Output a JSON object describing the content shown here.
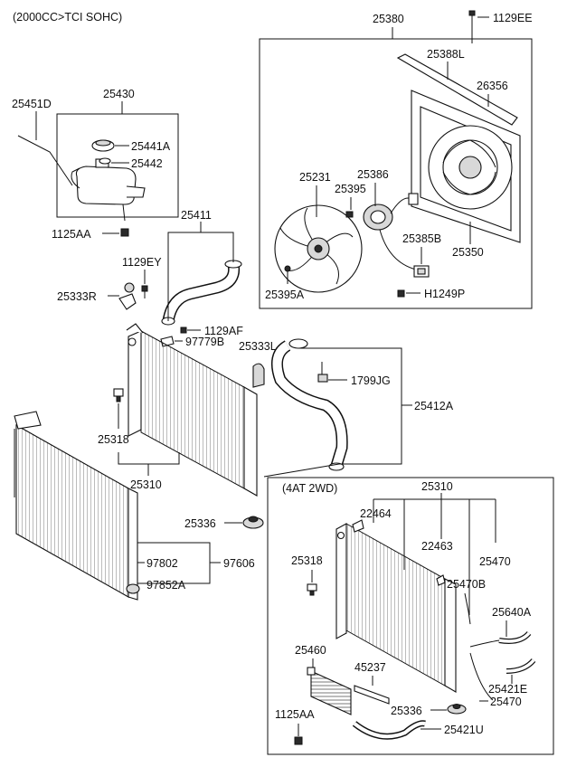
{
  "header": {
    "title": "(2000CC>TCI SOHC)"
  },
  "inset": {
    "title": "(4AT 2WD)"
  },
  "labels": {
    "l25380": "25380",
    "l1129EE": "1129EE",
    "l25388L": "25388L",
    "l26356": "26356",
    "l25231": "25231",
    "l25386": "25386",
    "l25395": "25395",
    "l25385B": "25385B",
    "l25350": "25350",
    "l25395A": "25395A",
    "lH1249P": "H1249P",
    "l25451D": "25451D",
    "l25430": "25430",
    "l25441A": "25441A",
    "l25442": "25442",
    "l1125AA": "1125AA",
    "l25411": "25411",
    "l1129EY": "1129EY",
    "l25333R": "25333R",
    "l1129AF": "1129AF",
    "l97779B": "97779B",
    "l25333L": "25333L",
    "l1799JG": "1799JG",
    "l25412A": "25412A",
    "l25318": "25318",
    "l25310": "25310",
    "l25336": "25336",
    "l97802": "97802",
    "l97606": "97606",
    "l97852A": "97852A",
    "i25310": "25310",
    "i22464": "22464",
    "i22463": "22463",
    "i25470": "25470",
    "i25318": "25318",
    "i25470B": "25470B",
    "i25640A": "25640A",
    "i25460": "25460",
    "i45237": "45237",
    "i25421E": "25421E",
    "i1125AA": "1125AA",
    "i25336": "25336",
    "i25470b": "25470",
    "i25421U": "25421U"
  }
}
